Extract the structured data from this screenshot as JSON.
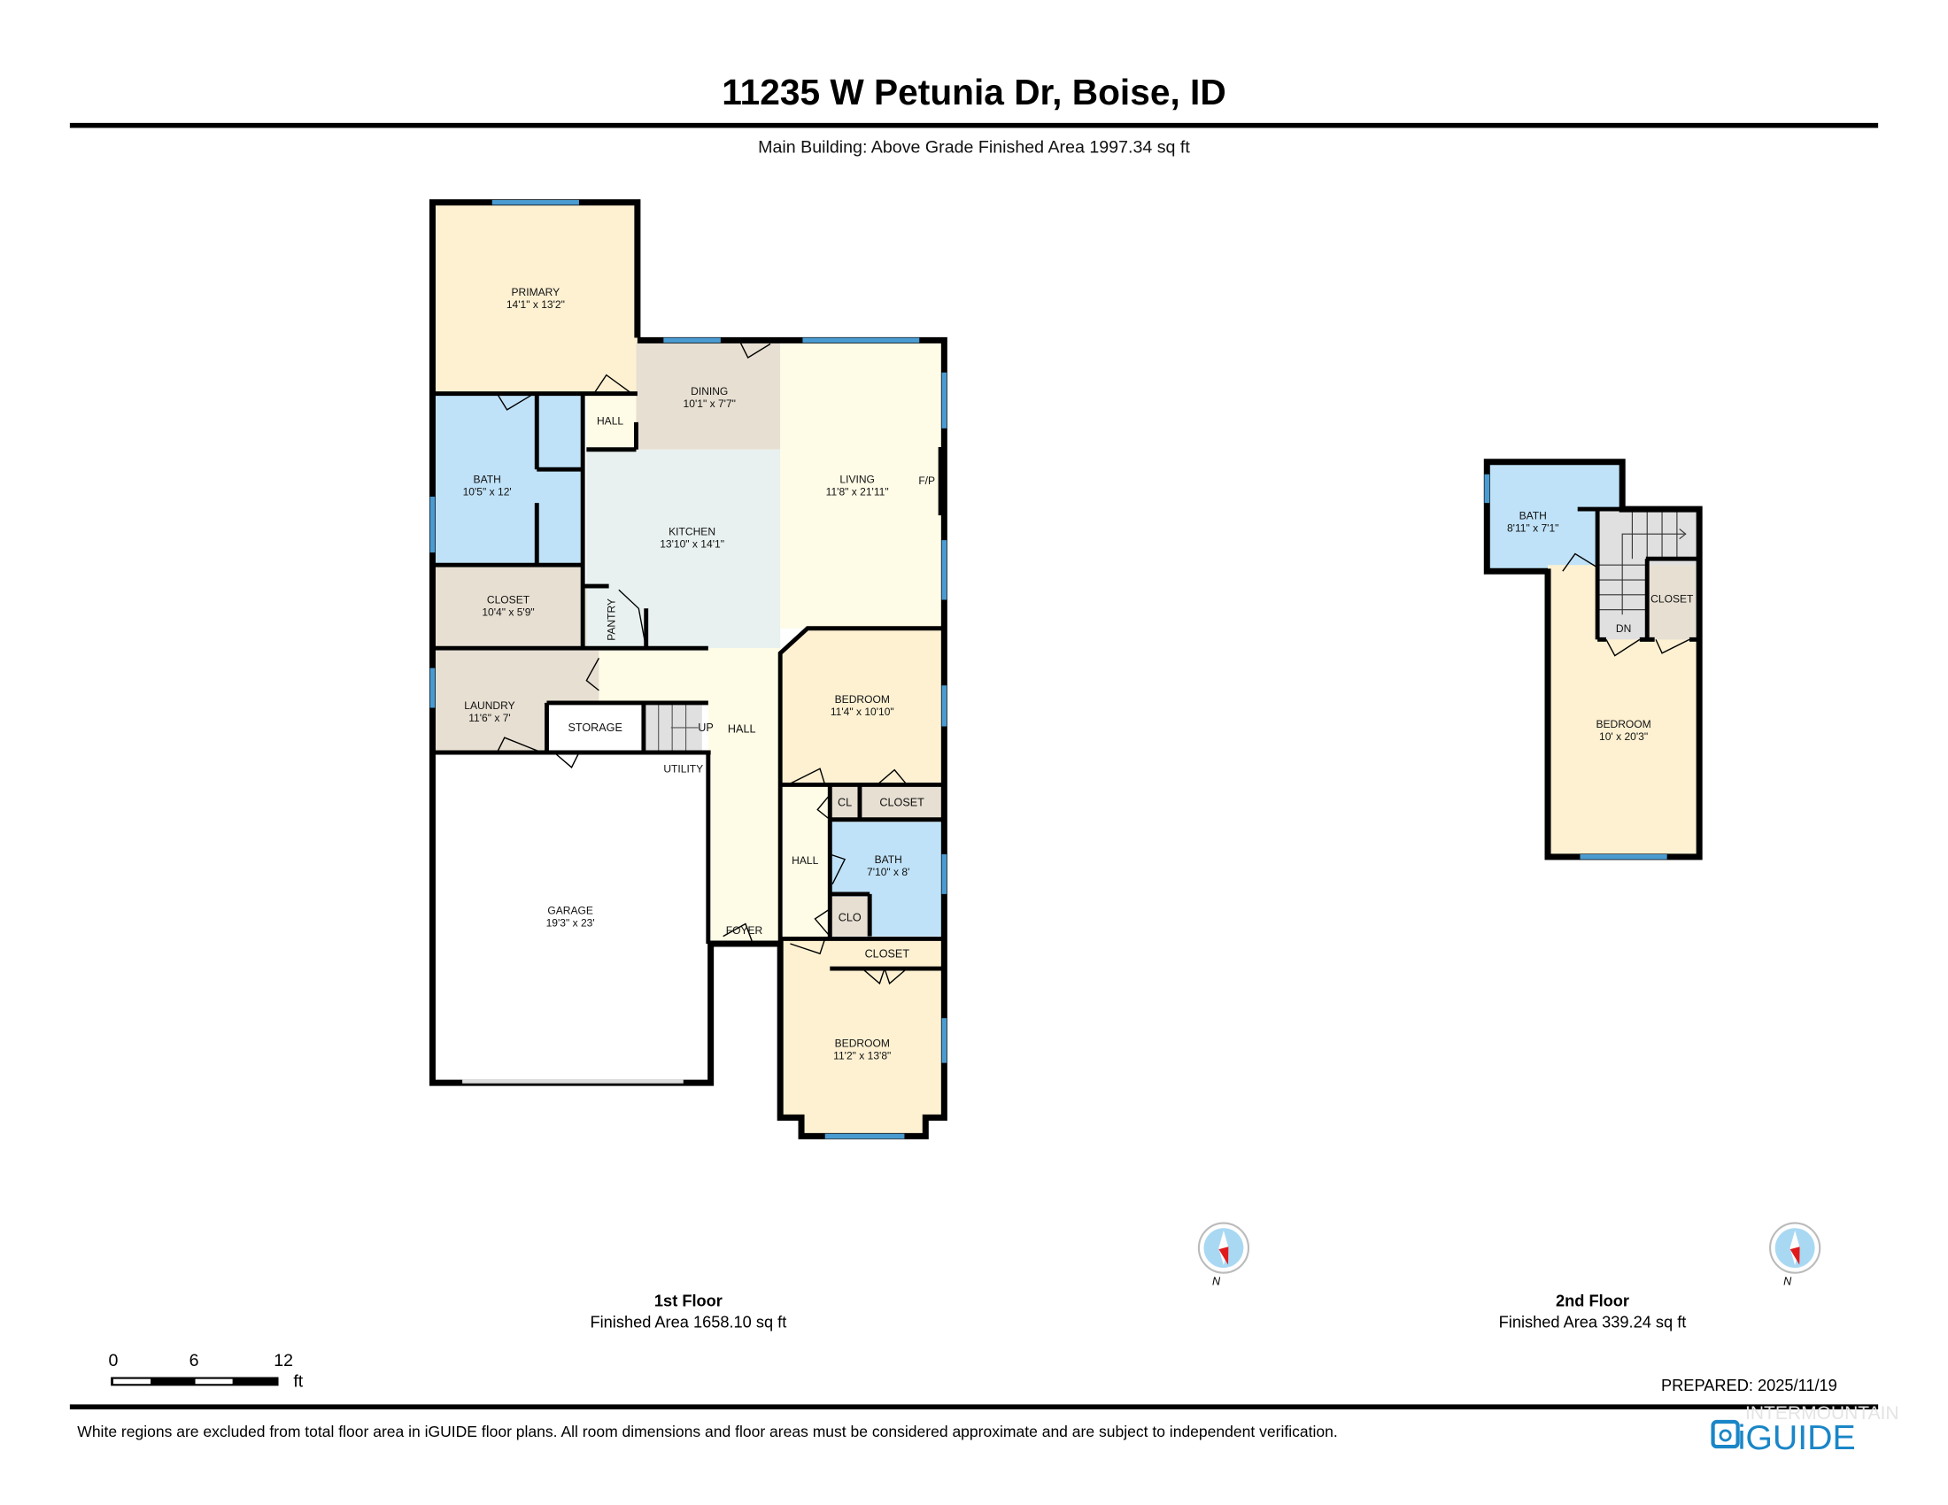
{
  "header": {
    "title": "11235 W Petunia Dr, Boise, ID",
    "subtitle": "Main Building: Above Grade Finished Area 1997.34 sq ft"
  },
  "colors": {
    "bedroom": "#fdf1d2",
    "bath": "#bfe2f8",
    "closet": "#e7dfd2",
    "kitchen": "#e8f1ef",
    "living": "#fefbe6",
    "stairs": "#e0e0e0",
    "window": "#4a9bd1",
    "logo": "#1a86c7"
  },
  "floor1": {
    "label": "1st Floor",
    "area": "Finished Area 1658.10 sq ft",
    "rooms": {
      "primary": {
        "name": "PRIMARY",
        "dims": "14'1\" x 13'2\""
      },
      "bath": {
        "name": "BATH",
        "dims": "10'5\" x 12'"
      },
      "closet": {
        "name": "CLOSET",
        "dims": "10'4\" x 5'9\""
      },
      "pantry": {
        "name": "PANTRY"
      },
      "hall_small": {
        "name": "HALL"
      },
      "dining": {
        "name": "DINING",
        "dims": "10'1\" x 7'7\""
      },
      "kitchen": {
        "name": "KITCHEN",
        "dims": "13'10\" x 14'1\""
      },
      "living": {
        "name": "LIVING",
        "dims": "11'8\" x 21'11\"",
        "fireplace": "F/P"
      },
      "laundry": {
        "name": "LAUNDRY",
        "dims": "11'6\" x 7'"
      },
      "storage": {
        "name": "STORAGE"
      },
      "stairs_up": "UP",
      "hall": {
        "name": "HALL"
      },
      "utility": {
        "name": "UTILITY"
      },
      "garage": {
        "name": "GARAGE",
        "dims": "19'3\" x 23'"
      },
      "foyer": {
        "name": "FOYER"
      },
      "bedroom1": {
        "name": "BEDROOM",
        "dims": "11'4\" x 10'10\""
      },
      "cl": {
        "name": "CL"
      },
      "closet2": {
        "name": "CLOSET"
      },
      "hall2": {
        "name": "HALL"
      },
      "bath2": {
        "name": "BATH",
        "dims": "7'10\" x 8'"
      },
      "clo": {
        "name": "CLO"
      },
      "closet3": {
        "name": "CLOSET"
      },
      "bedroom2": {
        "name": "BEDROOM",
        "dims": "11'2\" x 13'8\""
      }
    }
  },
  "floor2": {
    "label": "2nd Floor",
    "area": "Finished Area 339.24 sq ft",
    "rooms": {
      "bath": {
        "name": "BATH",
        "dims": "8'11\" x 7'1\""
      },
      "closet": {
        "name": "CLOSET"
      },
      "stairs_dn": "DN",
      "bedroom": {
        "name": "BEDROOM",
        "dims": "10' x 20'3\""
      }
    }
  },
  "compass": {
    "north_label": "N",
    "icon": "compass-icon"
  },
  "scale": {
    "ticks": [
      "0",
      "6",
      "12"
    ],
    "unit": "ft"
  },
  "prepared": "PREPARED: 2025/11/19",
  "disclaimer": "White regions are excluded from total floor area in iGUIDE floor plans. All room dimensions and floor areas must be considered approximate and are subject to independent verification.",
  "logo": {
    "text": "iGUIDE",
    "watermark": "INTERMOUNTAIN"
  }
}
